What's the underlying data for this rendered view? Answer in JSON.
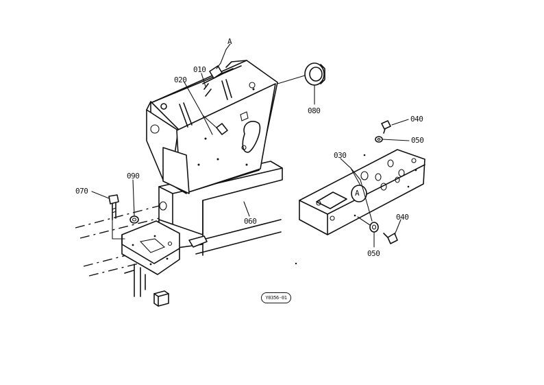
{
  "diagram": {
    "parts": {
      "p010": "010",
      "p020": "020",
      "p030": "030",
      "p040a": "040",
      "p040b": "040",
      "p050a": "050",
      "p050b": "050",
      "p060": "060",
      "p070": "070",
      "p080": "080",
      "p090": "090"
    },
    "markers": {
      "a_top": "A",
      "a_plate": "A"
    },
    "reference_code": "Y0356-01"
  }
}
